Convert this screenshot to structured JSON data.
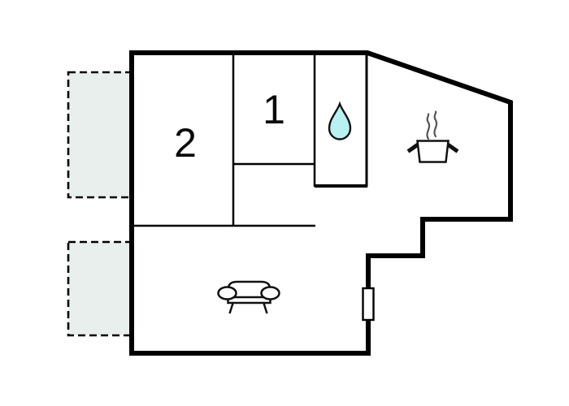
{
  "floorplan": {
    "title": "holiday-home-floor-plan",
    "rooms": {
      "room1": {
        "label": "1"
      },
      "room2": {
        "label": "2"
      }
    },
    "icons": {
      "bathroom": "water-drop-icon",
      "kitchen": "cooking-pot-icon",
      "living_room": "sofa-icon"
    },
    "terraces": {
      "count": 2,
      "style": "dashed-outline"
    },
    "colors": {
      "wall": "#000000",
      "terrace_fill": "#e8efec",
      "water_drop_fill": "#b9f0f2",
      "steam": "#555555",
      "background": "#ffffff"
    }
  }
}
